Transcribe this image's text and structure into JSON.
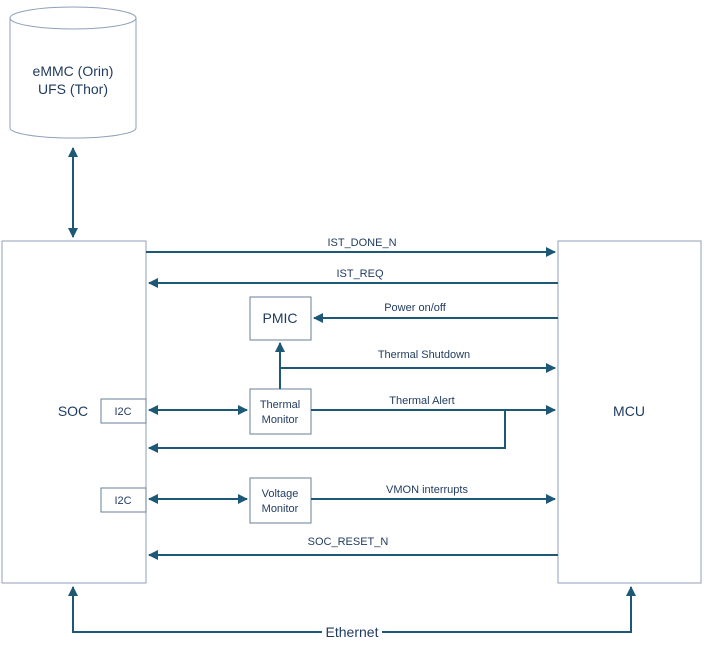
{
  "storage": {
    "line1": "eMMC (Orin)",
    "line2": "UFS (Thor)"
  },
  "blocks": {
    "soc": "SOC",
    "mcu": "MCU",
    "pmic": "PMIC",
    "i2c_top": "I2C",
    "i2c_bottom": "I2C",
    "thermal_monitor": [
      "Thermal",
      "Monitor"
    ],
    "voltage_monitor": [
      "Voltage",
      "Monitor"
    ]
  },
  "signals": {
    "ist_done": "IST_DONE_N",
    "ist_req": "IST_REQ",
    "power": "Power on/off",
    "thermal_shutdown": "Thermal Shutdown",
    "thermal_alert": "Thermal Alert",
    "vmon": "VMON interrupts",
    "soc_reset": "SOC_RESET_N",
    "ethernet": "Ethernet"
  },
  "colors": {
    "line": "#1d5877",
    "text": "#1f3a5f",
    "border": "#6a7f9a"
  }
}
